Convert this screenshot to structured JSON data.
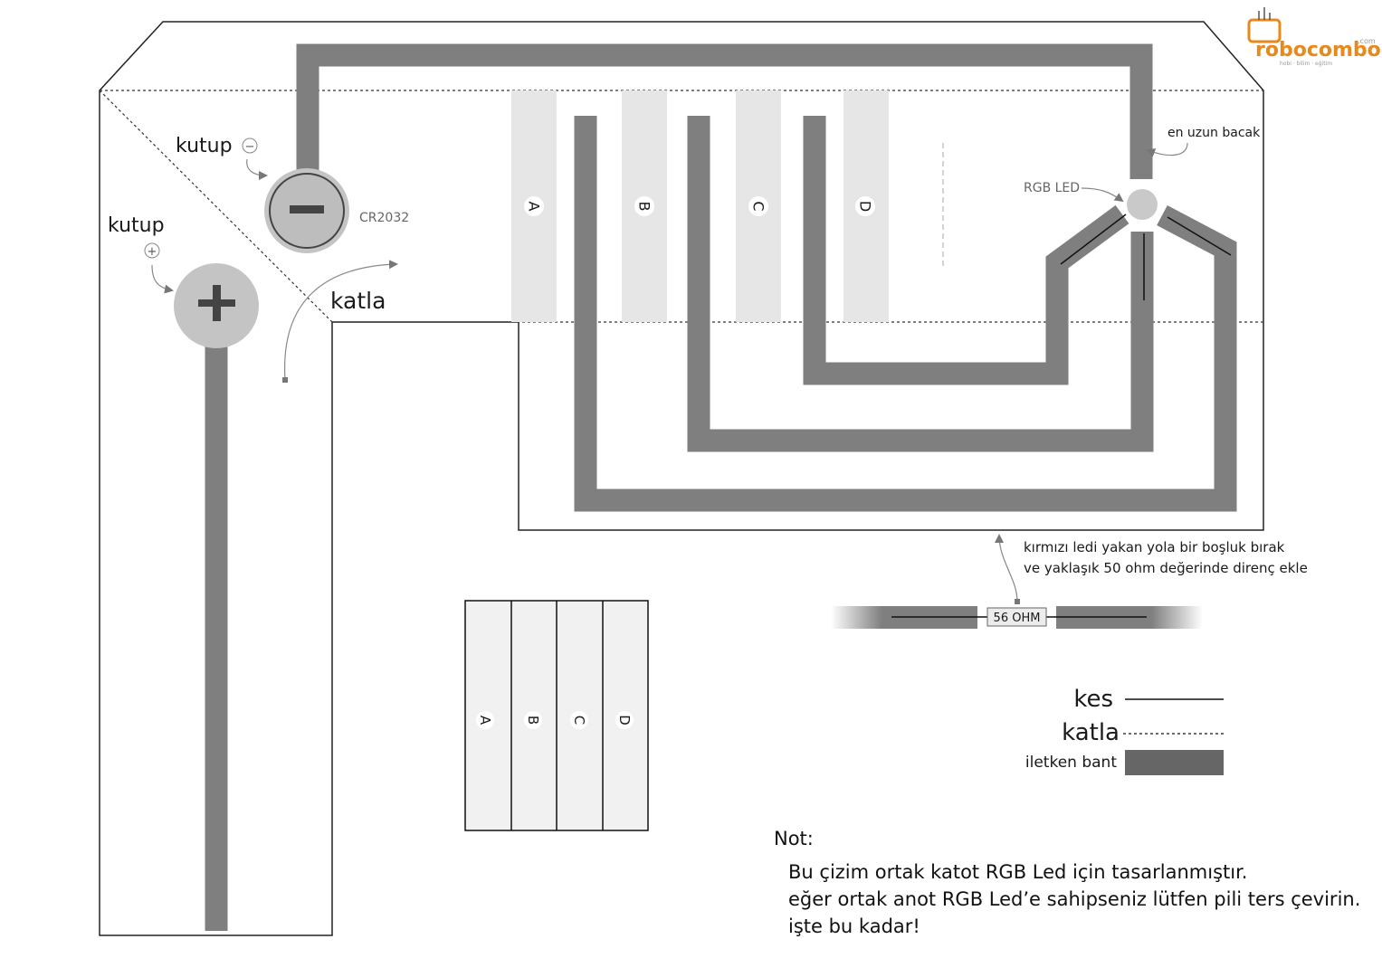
{
  "brand": {
    "name": "robocombo",
    "suffix": ".com",
    "tagline": "hobi · bilim · eğitim"
  },
  "labels": {
    "kutup": "kutup",
    "katla": "katla",
    "battery": "CR2032",
    "minus": "−",
    "plus": "+",
    "en_uzun_bacak": "en uzun bacak",
    "rgb_led": "RGB LED",
    "resistor": "56 OHM",
    "resistor_note_1": "kırmızı ledi yakan yola bir boşluk bırak",
    "resistor_note_2": "ve yaklaşık 50 ohm değerinde direnç ekle"
  },
  "keys": [
    "A",
    "B",
    "C",
    "D"
  ],
  "legend": {
    "cut": "kes",
    "fold": "katla",
    "tape": "iletken bant"
  },
  "note": {
    "title": "Not:",
    "lines": [
      "Bu çizim ortak katot RGB Led için tasarlanmıştır.",
      "eğer ortak anot RGB Led’e sahipseniz lütfen pili ters çevirin.",
      "işte bu kadar!"
    ]
  },
  "colors": {
    "tape": "#7f7f7f",
    "outline": "#222222",
    "key_fill": "#e6e6e6",
    "battery": "#bfbfbf",
    "brand": "#e8891e"
  }
}
